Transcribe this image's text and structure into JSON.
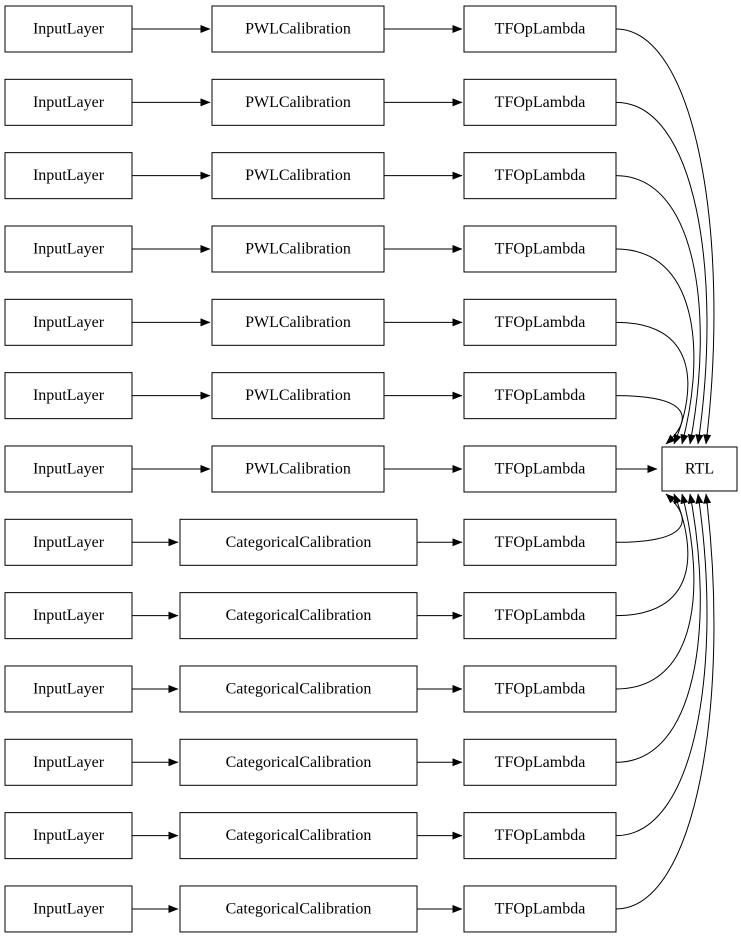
{
  "diagram": {
    "output_label": "RTL",
    "colors": {
      "node_fill": "#ffffff",
      "node_stroke": "#000000",
      "edge_color": "#000000",
      "text_color": "#000000",
      "background": "#ffffff"
    },
    "rows": [
      {
        "input": "InputLayer",
        "calibration": "PWLCalibration",
        "op": "TFOpLambda"
      },
      {
        "input": "InputLayer",
        "calibration": "PWLCalibration",
        "op": "TFOpLambda"
      },
      {
        "input": "InputLayer",
        "calibration": "PWLCalibration",
        "op": "TFOpLambda"
      },
      {
        "input": "InputLayer",
        "calibration": "PWLCalibration",
        "op": "TFOpLambda"
      },
      {
        "input": "InputLayer",
        "calibration": "PWLCalibration",
        "op": "TFOpLambda"
      },
      {
        "input": "InputLayer",
        "calibration": "PWLCalibration",
        "op": "TFOpLambda"
      },
      {
        "input": "InputLayer",
        "calibration": "PWLCalibration",
        "op": "TFOpLambda"
      },
      {
        "input": "InputLayer",
        "calibration": "CategoricalCalibration",
        "op": "TFOpLambda"
      },
      {
        "input": "InputLayer",
        "calibration": "CategoricalCalibration",
        "op": "TFOpLambda"
      },
      {
        "input": "InputLayer",
        "calibration": "CategoricalCalibration",
        "op": "TFOpLambda"
      },
      {
        "input": "InputLayer",
        "calibration": "CategoricalCalibration",
        "op": "TFOpLambda"
      },
      {
        "input": "InputLayer",
        "calibration": "CategoricalCalibration",
        "op": "TFOpLambda"
      },
      {
        "input": "InputLayer",
        "calibration": "CategoricalCalibration",
        "op": "TFOpLambda"
      }
    ]
  }
}
